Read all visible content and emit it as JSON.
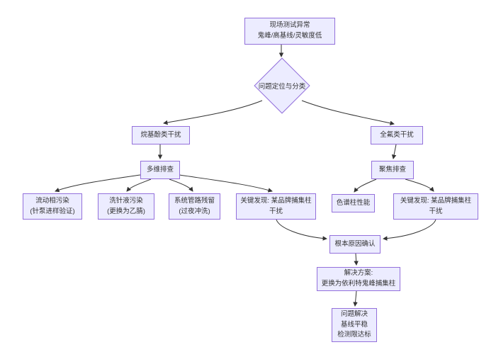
{
  "diagram": {
    "type": "flowchart-top-down",
    "colors": {
      "node_fill": "#ECECFF",
      "node_border": "#9370DB",
      "edge_stroke": "#333333",
      "text": "#333333",
      "background": "#ffffff"
    },
    "nodes": {
      "start": {
        "label": "现场测试异常\n鬼峰/高基线/灵敏度低",
        "shape": "rect"
      },
      "classify": {
        "label": "问题定位与分类",
        "shape": "diamond"
      },
      "alkylphenol": {
        "label": "烷基酚类干扰",
        "shape": "rect"
      },
      "pfas": {
        "label": "全氟类干扰",
        "shape": "rect"
      },
      "multi_check": {
        "label": "多维排查",
        "shape": "rect"
      },
      "focus_check": {
        "label": "聚焦排查",
        "shape": "rect"
      },
      "mobile_phase": {
        "label": "流动相污染\n(针泵进样验证)",
        "shape": "rect"
      },
      "needle_wash": {
        "label": "洗针液污染\n(更换为乙腈)",
        "shape": "rect"
      },
      "system_tubing": {
        "label": "系统管路残留\n(过夜冲洗)",
        "shape": "rect"
      },
      "key_finding_left": {
        "label": "关键发现: 某品牌捕集柱干扰",
        "shape": "rect"
      },
      "column_perf": {
        "label": "色谱柱性能",
        "shape": "rect"
      },
      "key_finding_right": {
        "label": "关键发现: 某品牌捕集柱干扰",
        "shape": "rect"
      },
      "root_cause": {
        "label": "根本原因确认",
        "shape": "rect"
      },
      "solution": {
        "label": "解决方案:\n更换为依利特鬼峰捕集柱",
        "shape": "rect"
      },
      "resolved": {
        "label": "问题解决\n基线平稳\n检测限达标",
        "shape": "rect"
      }
    },
    "edges": [
      {
        "from": "start",
        "to": "classify"
      },
      {
        "from": "classify",
        "to": "alkylphenol"
      },
      {
        "from": "classify",
        "to": "pfas"
      },
      {
        "from": "alkylphenol",
        "to": "multi_check"
      },
      {
        "from": "pfas",
        "to": "focus_check"
      },
      {
        "from": "multi_check",
        "to": "mobile_phase"
      },
      {
        "from": "multi_check",
        "to": "needle_wash"
      },
      {
        "from": "multi_check",
        "to": "system_tubing"
      },
      {
        "from": "multi_check",
        "to": "key_finding_left"
      },
      {
        "from": "focus_check",
        "to": "column_perf"
      },
      {
        "from": "focus_check",
        "to": "key_finding_right"
      },
      {
        "from": "key_finding_left",
        "to": "root_cause"
      },
      {
        "from": "key_finding_right",
        "to": "root_cause"
      },
      {
        "from": "root_cause",
        "to": "solution"
      },
      {
        "from": "solution",
        "to": "resolved"
      }
    ]
  }
}
